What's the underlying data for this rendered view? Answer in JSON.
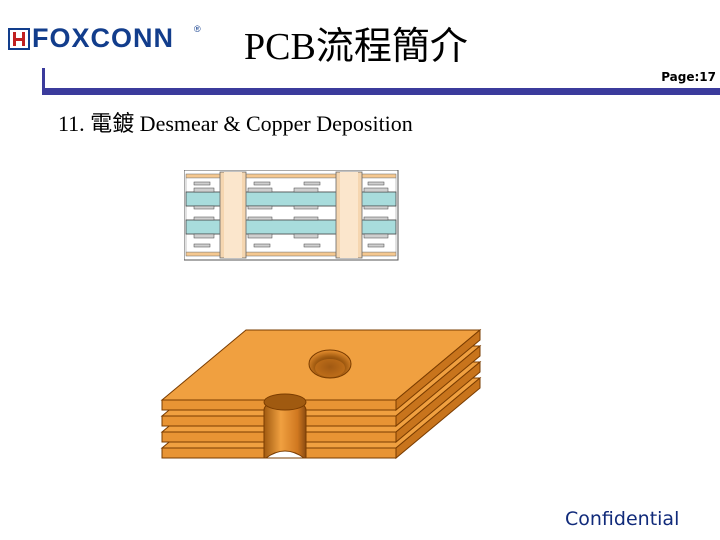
{
  "header": {
    "logo_text": "FOXCONN",
    "logo_registered": "®",
    "title": "PCB流程簡介",
    "page_label": "Page:17"
  },
  "slide": {
    "subtitle": "11. 電鍍 Desmear & Copper Deposition"
  },
  "footer": {
    "confidential": "Confidential"
  },
  "colors": {
    "rule": "#3b3b9c",
    "logo": "#123d8c",
    "copper": "#f0a040",
    "hole_wall": "#e8a030",
    "core": "#a8dcdc",
    "laminate": "#f5d6b0"
  },
  "illustrations": [
    {
      "name": "pcb-cross-section",
      "icon": "pcb-layer-stack-diagram"
    },
    {
      "name": "pcb-3d-stack",
      "icon": "pcb-3d-layers-with-holes"
    }
  ]
}
